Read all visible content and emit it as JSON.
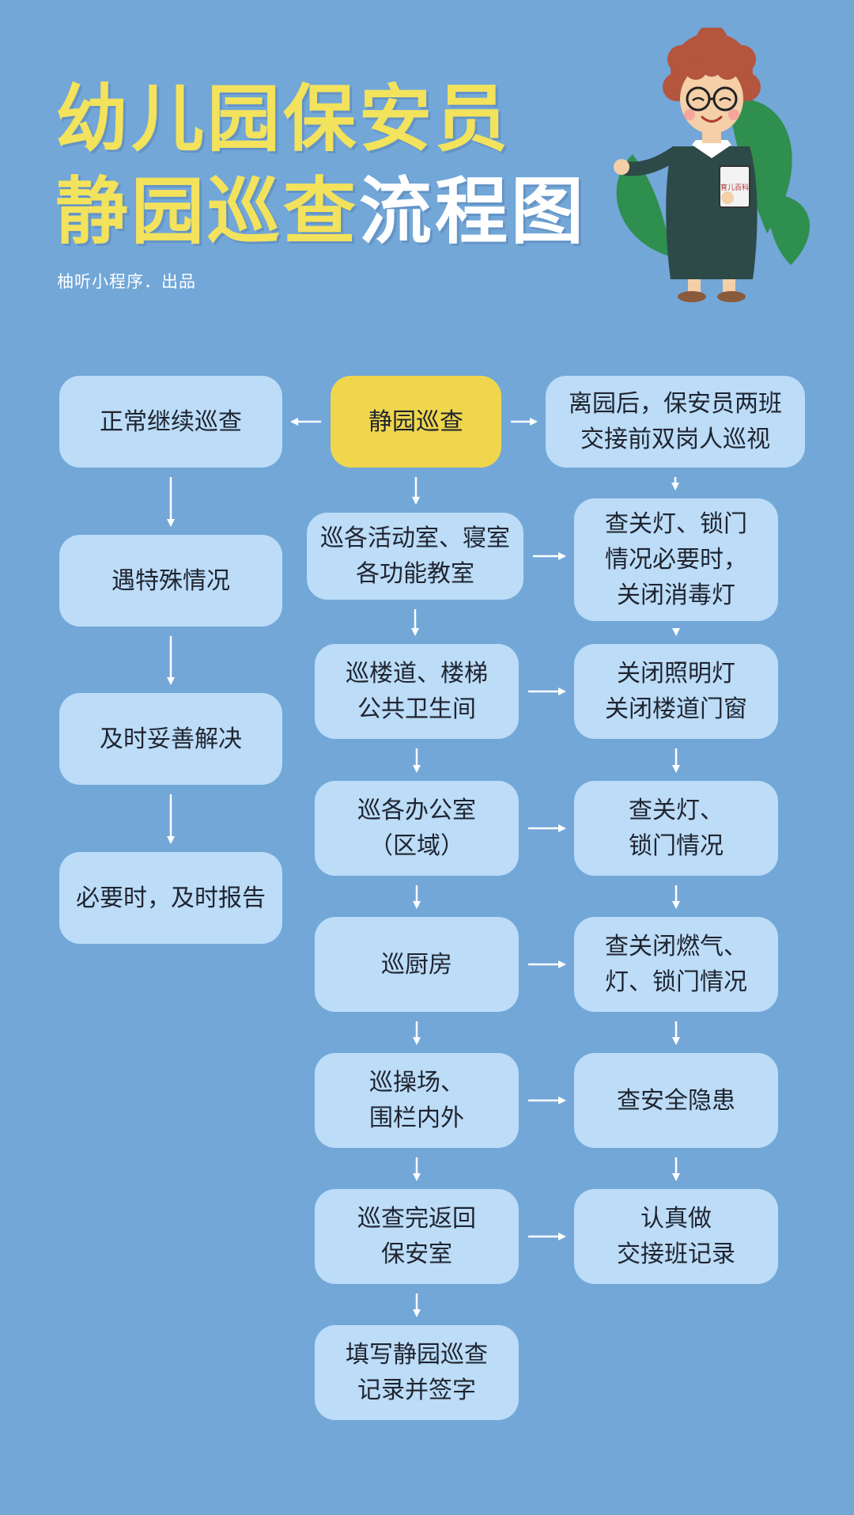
{
  "title": {
    "line1": "幼儿园保安员",
    "line2_yellow": "静园巡查",
    "line2_white": "流程图"
  },
  "credit": "柚听小程序．出品",
  "character": {
    "book_label": "育儿百科"
  },
  "colors": {
    "background": "#72a7d8",
    "node": "#bcdcf7",
    "main_node": "#f0d64d",
    "title_yellow": "#f3e25c",
    "arrow": "#ffffff"
  },
  "nodes": {
    "start": "静园巡查",
    "left1": "正常继续巡查",
    "left2": "遇特殊情况",
    "left3": "及时妥善解决",
    "left4": "必要时，及时报告",
    "mid1": "巡各活动室、寝室\n各功能教室",
    "mid2": "巡楼道、楼梯\n公共卫生间",
    "mid3": "巡各办公室\n（区域）",
    "mid4": "巡厨房",
    "mid5": "巡操场、\n围栏内外",
    "mid6": "巡查完返回\n保安室",
    "mid7": "填写静园巡查\n记录并签字",
    "right0": "离园后，保安员两班\n交接前双岗人巡视",
    "right1": "查关灯、锁门\n情况必要时，\n关闭消毒灯",
    "right2": "关闭照明灯\n关闭楼道门窗",
    "right3": "查关灯、\n锁门情况",
    "right4": "查关闭燃气、\n灯、锁门情况",
    "right5": "查安全隐患",
    "right6": "认真做\n交接班记录"
  }
}
